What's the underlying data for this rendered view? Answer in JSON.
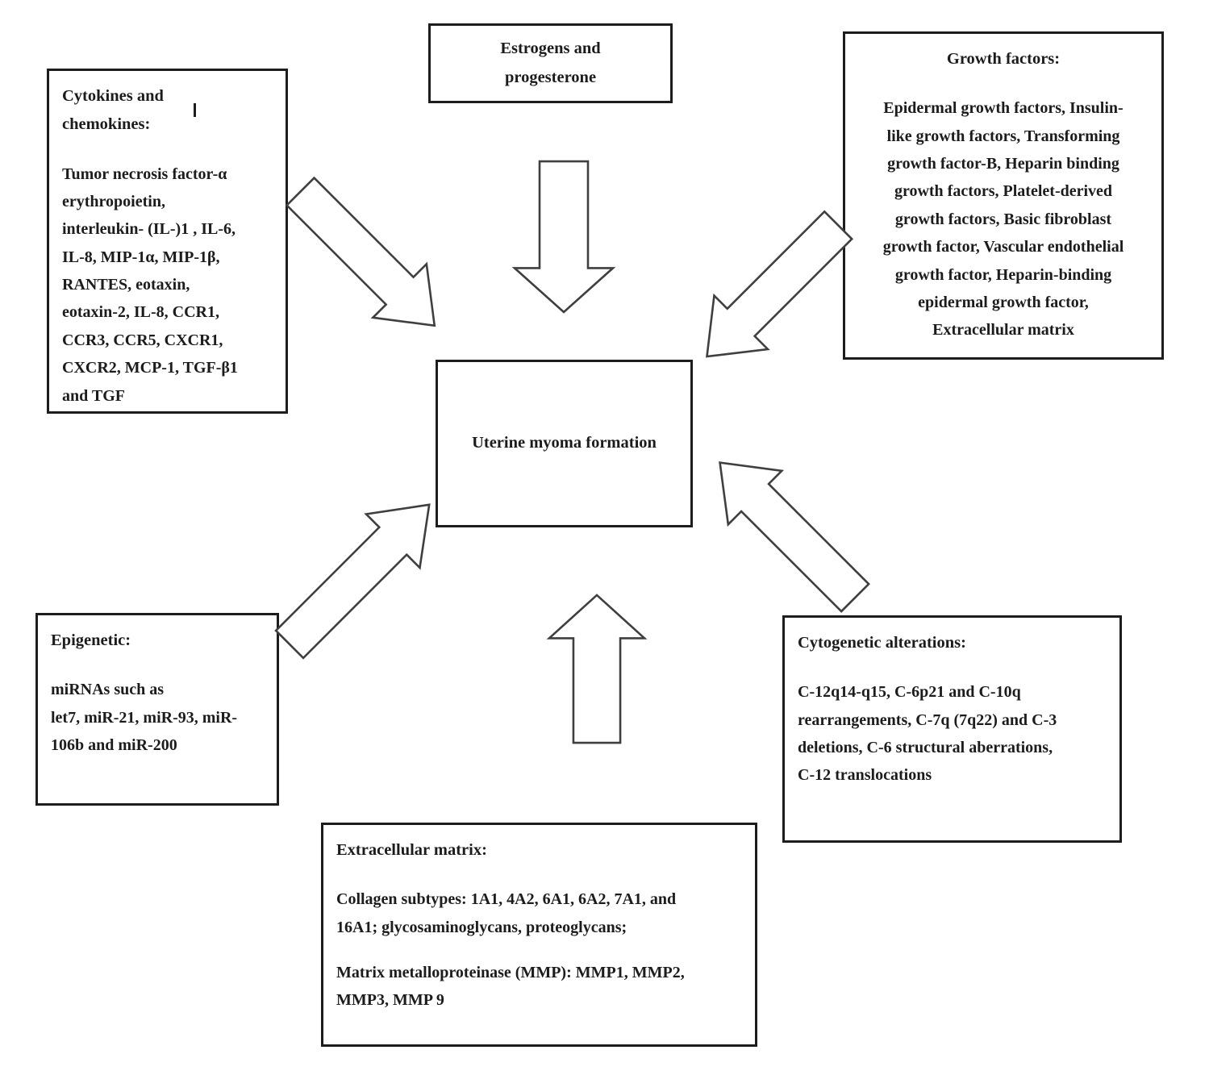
{
  "page": {
    "background_color": "#ffffff",
    "ink_color": "#1c1c1c",
    "arrow_stroke_color": "#3f3f3f"
  },
  "boxes": {
    "estrogens": {
      "title": "Estrogens and\nprogesterone"
    },
    "cytokines": {
      "title": "Cytokines and\nchemokines:",
      "body": "Tumor necrosis factor-α\nerythropoietin,\ninterleukin- (IL-)1 , IL-6,\nIL-8, MIP-1α, MIP-1β,\nRANTES, eotaxin,\neotaxin-2, IL-8, CCR1,\nCCR3, CCR5, CXCR1,\nCXCR2, MCP-1, TGF-β1\nand TGF"
    },
    "growth_factors": {
      "title": "Growth factors:",
      "body": "Epidermal growth factors, Insulin-\nlike growth factors, Transforming\ngrowth factor-B, Heparin binding\ngrowth factors, Platelet-derived\ngrowth factors, Basic fibroblast\ngrowth factor, Vascular endothelial\ngrowth factor, Heparin-binding\nepidermal growth factor,\nExtracellular matrix"
    },
    "center": {
      "title": "Uterine myoma formation"
    },
    "epigenetic": {
      "title": "Epigenetic:",
      "body": "miRNAs such as\nlet7, miR-21, miR-93, miR-\n106b and miR-200"
    },
    "cytogenetic": {
      "title": "Cytogenetic alterations:",
      "body": "C-12q14-q15, C-6p21 and C-10q\nrearrangements, C-7q (7q22) and C-3\ndeletions, C-6 structural aberrations,\nC-12 translocations"
    },
    "extracellular_matrix": {
      "title": "Extracellular matrix:",
      "body1": "Collagen subtypes: 1A1, 4A2, 6A1, 6A2, 7A1, and\n16A1; glycosaminoglycans, proteoglycans;",
      "body2": "Matrix metalloproteinase (MMP): MMP1, MMP2,\nMMP3, MMP 9"
    }
  },
  "arrows": [
    {
      "name": "arrow-cytokines-to-center",
      "direction": "down-right"
    },
    {
      "name": "arrow-estrogens-to-center",
      "direction": "down"
    },
    {
      "name": "arrow-growth-factors-to-center",
      "direction": "down-left"
    },
    {
      "name": "arrow-epigenetic-to-center",
      "direction": "up-right"
    },
    {
      "name": "arrow-extracellular-matrix-to-center",
      "direction": "up"
    },
    {
      "name": "arrow-cytogenetic-to-center",
      "direction": "up-left"
    }
  ]
}
